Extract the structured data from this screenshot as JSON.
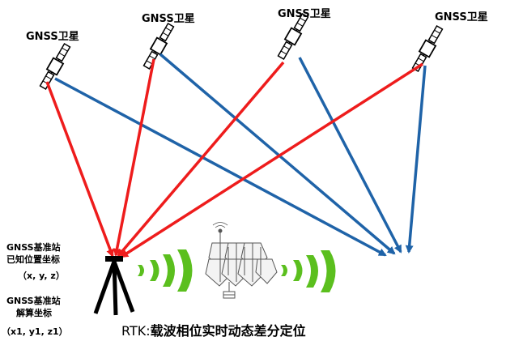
{
  "satellites": [
    {
      "label": "GNSS卫星"
    },
    {
      "label": "GNSS卫星"
    },
    {
      "label": "GNSS卫星"
    },
    {
      "label": "GNSS卫星"
    }
  ],
  "base_station": {
    "line1": "GNSS基准站",
    "line2": "已知位置坐标",
    "line3": "（x, y, z）",
    "line4": "GNSS基准站",
    "line5": "解算坐标",
    "line6": "（x1, y1, z1）"
  },
  "caption": {
    "prefix": "RTK:",
    "text": "载波相位实时动态差分定位"
  },
  "colors": {
    "red_ray": "#ee1c1c",
    "blue_ray": "#1f63a8",
    "signal_green": "#5bbf1e",
    "tripod": "#000000"
  }
}
